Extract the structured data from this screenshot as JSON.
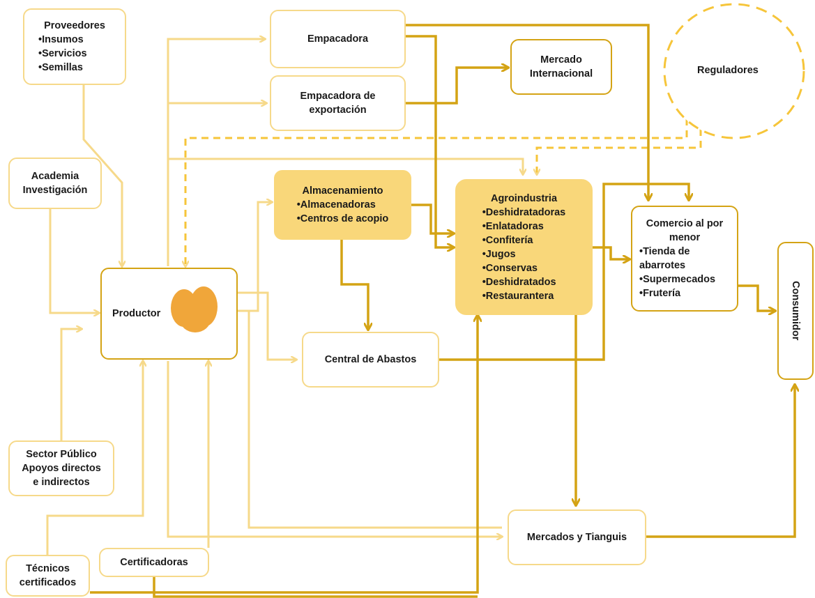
{
  "colors": {
    "light": "#f6d98a",
    "dark": "#d4a314",
    "fill": "#f9d77a",
    "blob": "#f0a63a"
  },
  "nodes": {
    "proveedores": {
      "title": "Proveedores",
      "items": [
        "•Insumos",
        "•Servicios",
        "•Semillas"
      ]
    },
    "academia": {
      "lines": [
        "Academia",
        "Investigación"
      ]
    },
    "productor": {
      "label": "Productor"
    },
    "sector_publico": {
      "lines": [
        "Sector Público",
        "Apoyos directos",
        "e indirectos"
      ]
    },
    "tecnicos": {
      "lines": [
        "Técnicos",
        "certificados"
      ]
    },
    "certificadoras": {
      "label": "Certificadoras"
    },
    "empacadora": {
      "label": "Empacadora"
    },
    "empacadora_exportacion": {
      "lines": [
        "Empacadora de",
        "exportación"
      ]
    },
    "mercado_internacional": {
      "lines": [
        "Mercado",
        "Internacional"
      ]
    },
    "reguladores": {
      "label": "Reguladores"
    },
    "almacenamiento": {
      "title": "Almacenamiento",
      "items": [
        "•Almacenadoras",
        "•Centros de acopio"
      ]
    },
    "agroindustria": {
      "title": "Agroindustria",
      "items": [
        "•Deshidratadoras",
        "•Enlatadoras",
        "•Confitería",
        "•Jugos",
        "•Conservas",
        "•Deshidratados",
        "•Restaurantera"
      ]
    },
    "comercio": {
      "title_lines": [
        "Comercio al por",
        "menor"
      ],
      "items": [
        "•Tienda de",
        "abarrotes",
        "•Supermecados",
        "•Frutería"
      ]
    },
    "consumidor": {
      "label": "Consumidor"
    },
    "central_abastos": {
      "label": "Central de Abastos"
    },
    "mercados_tianguis": {
      "label": "Mercados y Tianguis"
    }
  }
}
